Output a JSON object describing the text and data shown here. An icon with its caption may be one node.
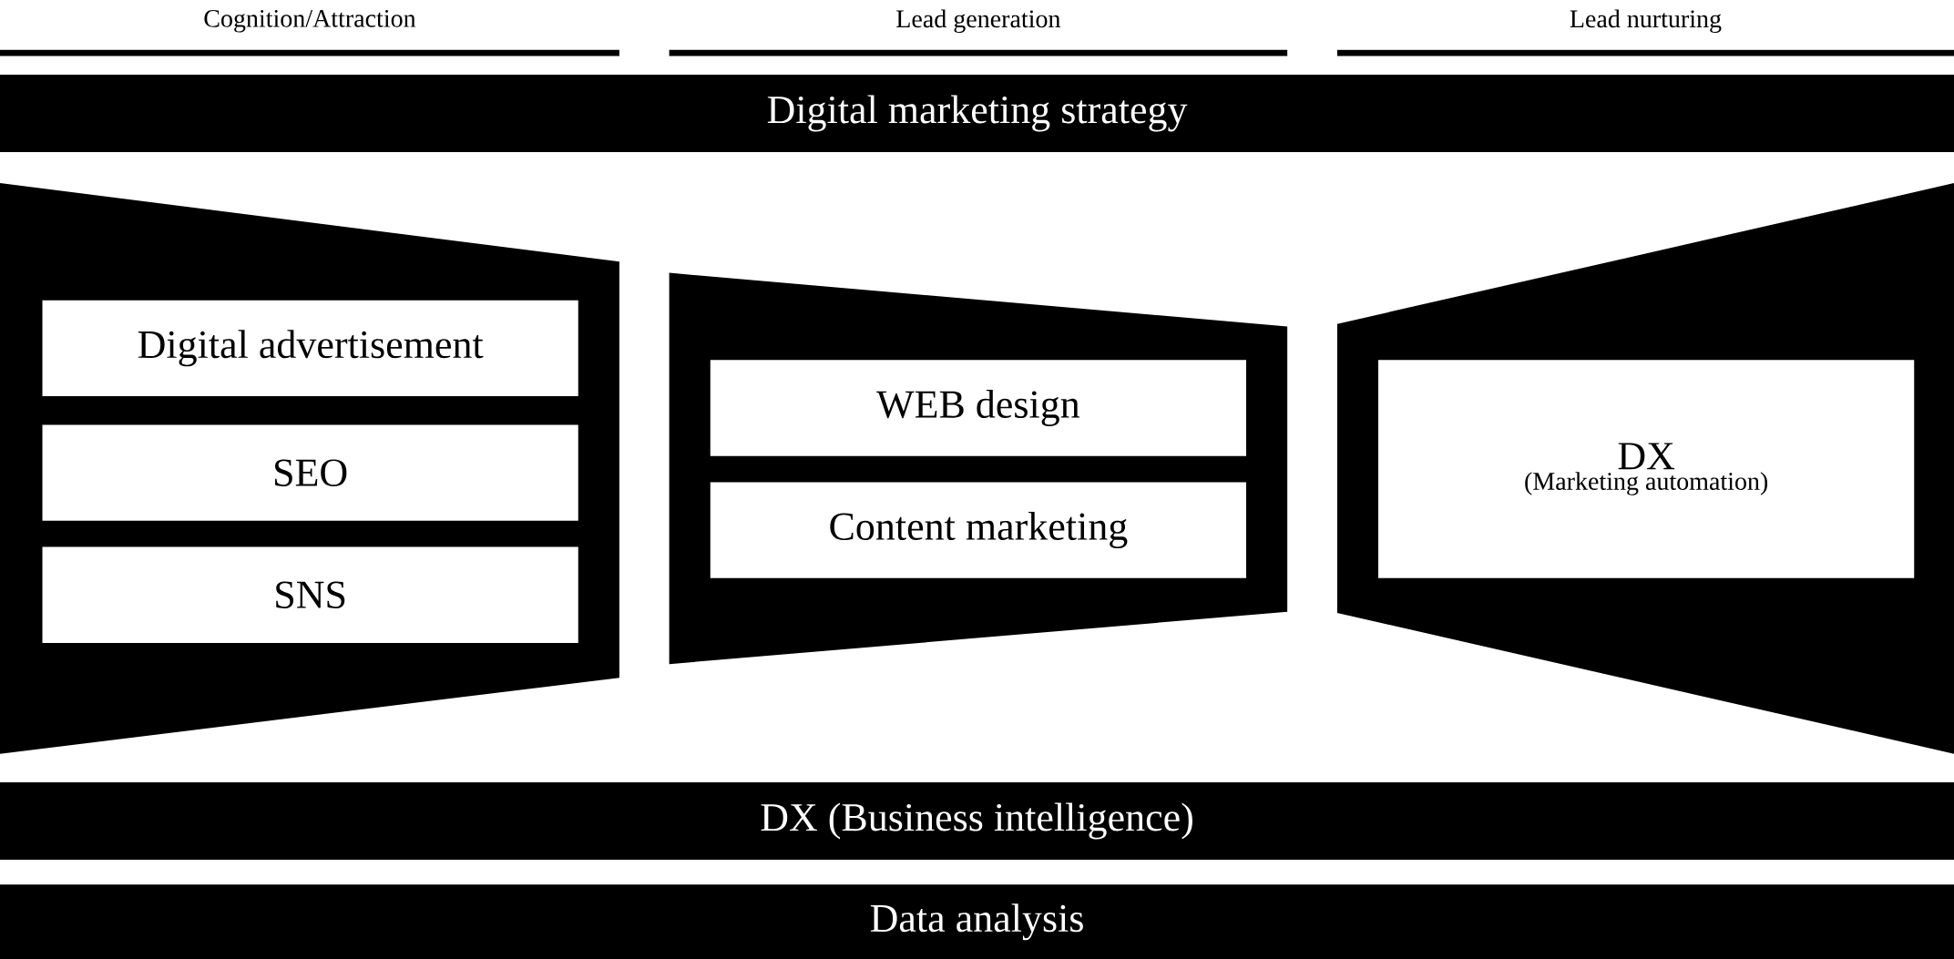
{
  "diagram": {
    "nodes": [
      {
        "text": [
          "Digital marketing strategy"
        ]
      },
      {
        "text": [],
        "shape": "trapezoid"
      },
      {
        "text": [
          "Digital advertisement"
        ],
        "in": 1
      },
      {
        "text": [
          "SEO"
        ],
        "in": 1
      },
      {
        "text": [
          "SNS"
        ],
        "in": 1
      },
      {
        "text": [],
        "shape": "trapezoid"
      },
      {
        "text": [
          "WEB design"
        ],
        "in": 5
      },
      {
        "text": [
          "Content marketing"
        ],
        "in": 5
      },
      {
        "text": [],
        "shape": "trapezoid"
      },
      {
        "text": [
          "DX",
          "(Marketing automation)"
        ],
        "in": 8
      },
      {
        "text": [
          "DX (Business intelligence)"
        ]
      },
      {
        "text": [
          "Data analysis"
        ]
      }
    ],
    "labels": [
      "Cognition/Attraction",
      "Lead generation",
      "Lead nurturing"
    ]
  }
}
